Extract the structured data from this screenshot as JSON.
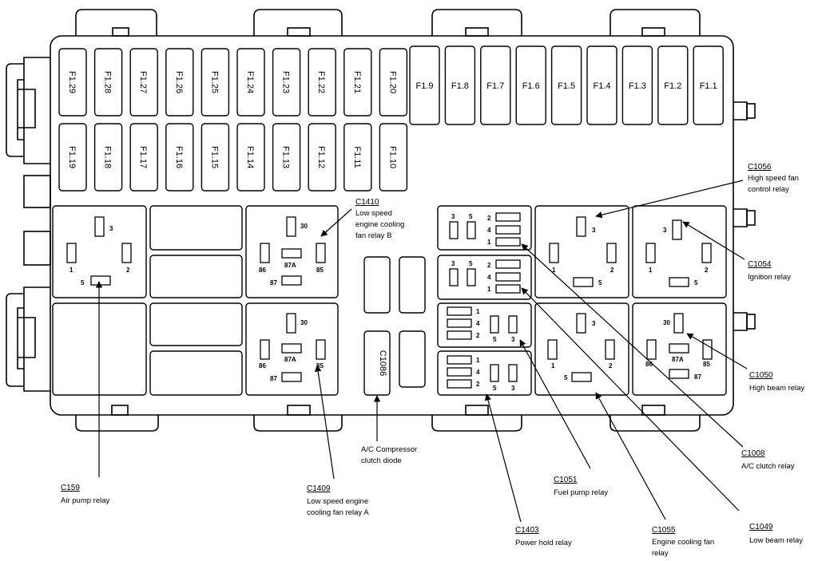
{
  "fuses_top_row": [
    "F1.29",
    "F1.28",
    "F1.27",
    "F1.26",
    "F1.25",
    "F1.24",
    "F1.23",
    "F1.22",
    "F1.21",
    "F1.20"
  ],
  "fuses_bottom_row": [
    "F1.19",
    "F1.18",
    "F1.17",
    "F1.16",
    "F1.15",
    "F1.14",
    "F1.13",
    "F1.12",
    "F1.11",
    "F1.10"
  ],
  "maxi_fuses": [
    "F1.9",
    "F1.8",
    "F1.7",
    "F1.6",
    "F1.5",
    "F1.4",
    "F1.3",
    "F1.2",
    "F1.1"
  ],
  "diode_label": "C1086",
  "pins": {
    "p1": "1",
    "p2": "2",
    "p3": "3",
    "p4": "4",
    "p5": "5",
    "p30": "30",
    "p85": "85",
    "p86": "86",
    "p87": "87",
    "p87a": "87A"
  },
  "callouts": {
    "c1410": {
      "code": "C1410",
      "line1": "Low speed",
      "line2": "engine cooling",
      "line3": "fan relay B"
    },
    "c1056": {
      "code": "C1056",
      "line1": "High speed fan",
      "line2": "control relay"
    },
    "c1054": {
      "code": "C1054",
      "line1": "Ignition relay"
    },
    "c1050": {
      "code": "C1050",
      "line1": "High beam relay"
    },
    "c1008": {
      "code": "C1008",
      "line1": "A/C clutch relay"
    },
    "c1049": {
      "code": "C1049",
      "line1": "Low beam relay"
    },
    "c1055": {
      "code": "C1055",
      "line1": "Engine cooling fan",
      "line2": "relay"
    },
    "c1403": {
      "code": "C1403",
      "line1": "Power hold relay"
    },
    "c1051": {
      "code": "C1051",
      "line1": "Fuel pump relay"
    },
    "c1409": {
      "code": "C1409",
      "line1": "Low speed engine",
      "line2": "cooling fan relay A"
    },
    "c159": {
      "code": "C159",
      "line1": "Air pump relay"
    },
    "ac_diode": {
      "line1": "A/C Compressor",
      "line2": "clutch diode"
    }
  }
}
